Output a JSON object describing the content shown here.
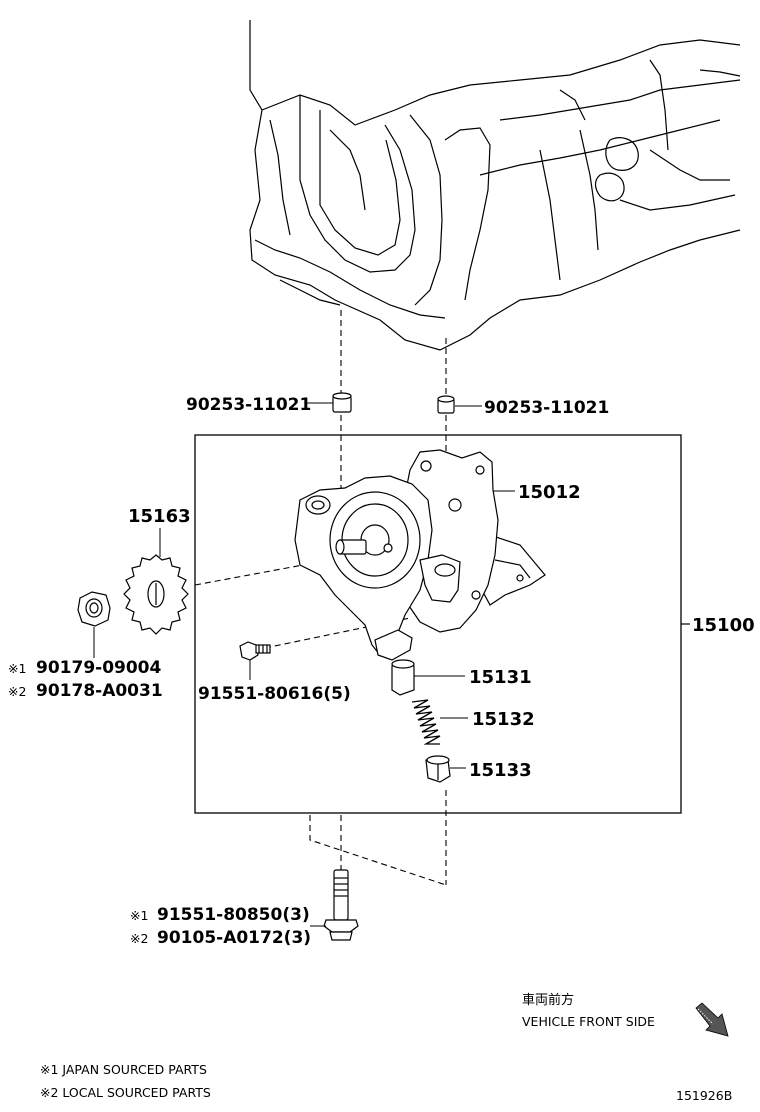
{
  "parts": {
    "dowel_left": "90253-11021",
    "dowel_right": "90253-11021",
    "pump_body": "15012",
    "sprocket": "15163",
    "assembly": "15100",
    "nut_mark1": "※1",
    "nut_1": "90179-09004",
    "nut_mark2": "※2",
    "nut_2": "90178-A0031",
    "bolt_small": "91551-80616(5)",
    "valve": "15131",
    "spring": "15132",
    "plug": "15133",
    "bolt_mark1": "※1",
    "bolt_1": "91551-80850(3)",
    "bolt_mark2": "※2",
    "bolt_2": "90105-A0172(3)"
  },
  "direction": {
    "label_jp": "車両前方",
    "label_en": "VEHICLE FRONT SIDE"
  },
  "notes": [
    "※1 JAPAN SOURCED PARTS",
    "※2 LOCAL SOURCED PARTS"
  ],
  "figure_id": "151926B"
}
